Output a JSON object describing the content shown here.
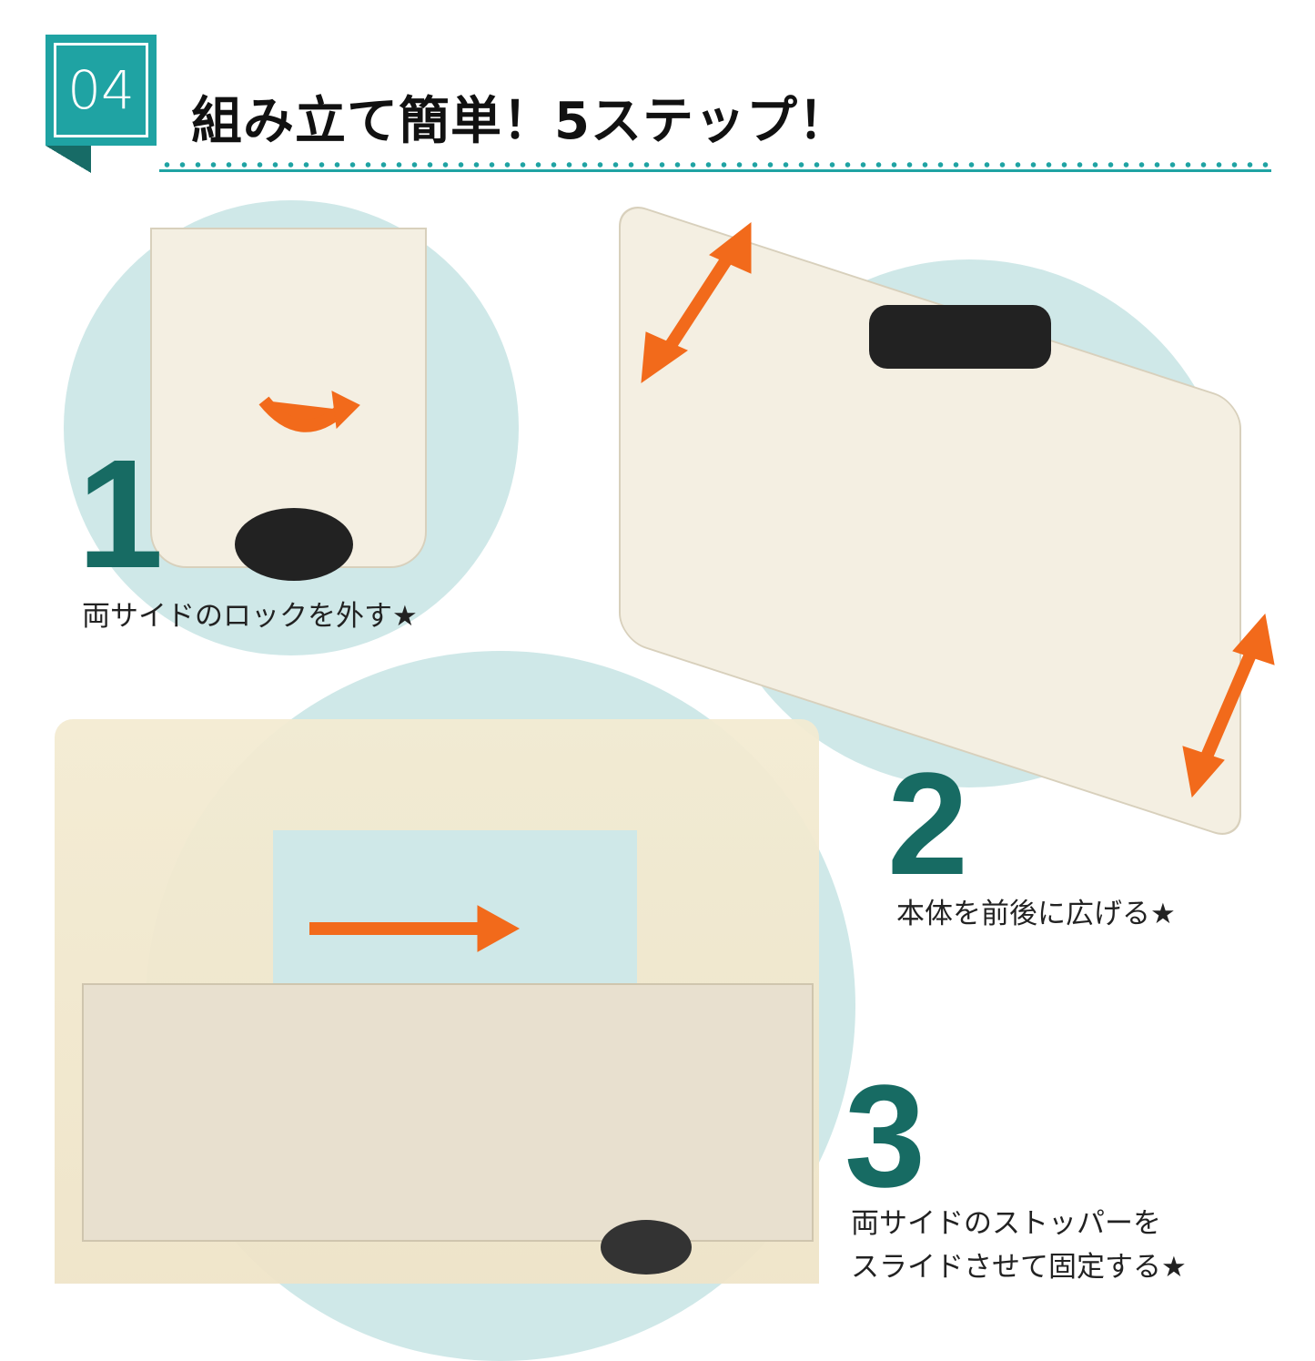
{
  "header": {
    "badge_number": "04",
    "title": "組み立て簡単！5ステップ！"
  },
  "steps": [
    {
      "number": "1",
      "caption": "両サイドのロックを外す★"
    },
    {
      "number": "2",
      "caption": "本体を前後に広げる★"
    },
    {
      "number": "3",
      "caption_line1": "両サイドのストッパーを",
      "caption_line2": "スライドさせて固定する★"
    }
  ],
  "colors": {
    "accent": "#1fa3a3",
    "number": "#176b63",
    "circle": "#cfe8e8",
    "arrow": "#f26a1b"
  }
}
